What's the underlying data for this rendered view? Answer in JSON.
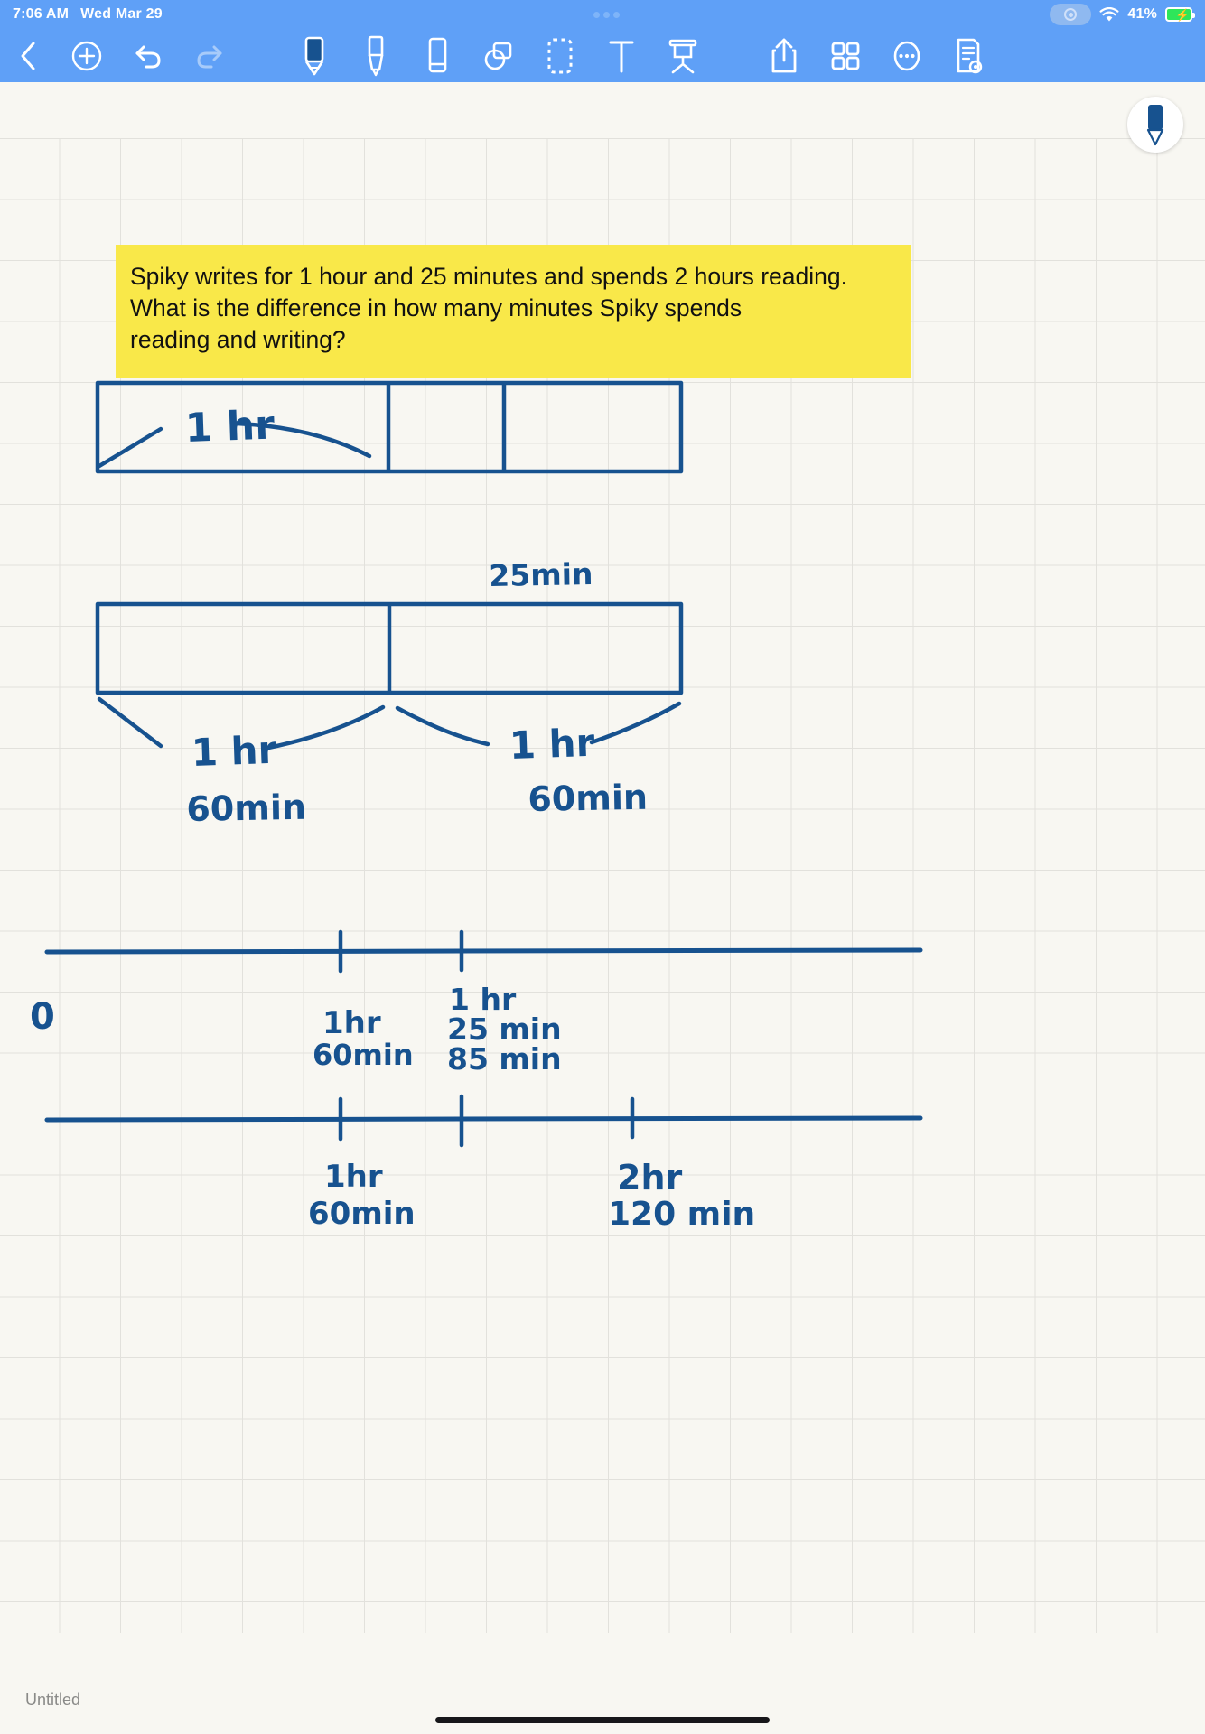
{
  "status_bar": {
    "time": "7:06 AM",
    "date": "Wed Mar 29",
    "battery_percent": "41%",
    "wifi_icon": "wifi-icon",
    "record_icon": "screen-record-icon",
    "battery_icon": "battery-charging-icon",
    "menu_dots_icon": "three-dots-icon"
  },
  "toolbar": {
    "items": [
      {
        "name": "back-button",
        "icon": "chevron-left-icon",
        "label": "Back"
      },
      {
        "name": "add-button",
        "icon": "plus-circle-icon",
        "label": "Add"
      },
      {
        "name": "undo-button",
        "icon": "undo-arrow-icon",
        "label": "Undo"
      },
      {
        "name": "redo-button",
        "icon": "redo-arrow-icon",
        "label": "Redo"
      },
      {
        "name": "pen-tool",
        "icon": "pen-icon",
        "label": "Pen"
      },
      {
        "name": "highlighter-tool",
        "icon": "highlighter-icon",
        "label": "Highlighter"
      },
      {
        "name": "eraser-tool",
        "icon": "eraser-icon",
        "label": "Eraser"
      },
      {
        "name": "shape-tool",
        "icon": "shapes-icon",
        "label": "Shapes"
      },
      {
        "name": "lasso-tool",
        "icon": "lasso-select-icon",
        "label": "Select"
      },
      {
        "name": "text-tool",
        "icon": "text-t-icon",
        "label": "Text"
      },
      {
        "name": "pointer-tool",
        "icon": "laser-pointer-icon",
        "label": "Pointer"
      },
      {
        "name": "share-button",
        "icon": "share-upload-icon",
        "label": "Share"
      },
      {
        "name": "pages-button",
        "icon": "grid-pages-icon",
        "label": "Pages"
      },
      {
        "name": "more-button",
        "icon": "more-dots-circle-icon",
        "label": "More"
      },
      {
        "name": "reader-button",
        "icon": "document-view-icon",
        "label": "Reader"
      }
    ],
    "active_tool": "pen-tool"
  },
  "note": {
    "question": "Spiky writes for 1 hour and 25 minutes and spends 2 hours reading. What is the difference in how many minutes Spiky spends reading and writing?",
    "question_line1": "Spiky writes for 1 hour and 25 minutes and spends 2 hours reading.",
    "question_line2": "What is the difference in how many minutes Spiky spends",
    "question_line3": "reading and writing?",
    "highlight_color": "#f9e849",
    "ink_color": "#17528f"
  },
  "annotations": {
    "bar1_top_label": "1 hr",
    "bar1_25min_label": "25min",
    "bar2_left_hr": "1 hr",
    "bar2_left_min": "60min",
    "bar2_right_hr": "1 hr",
    "bar2_right_min": "60min",
    "zero_label": "0",
    "line1_tick1_hr": "1hr",
    "line1_tick1_min": "60min",
    "line1_tick2_l1": "1 hr",
    "line1_tick2_l2": "25 min",
    "line1_tick2_l3": "85 min",
    "line2_tick1_hr": "1hr",
    "line2_tick1_min": "60min",
    "line2_tick3_hr": "2hr",
    "line2_tick3_min": "120 min"
  },
  "footer": {
    "document_title": "Untitled"
  }
}
